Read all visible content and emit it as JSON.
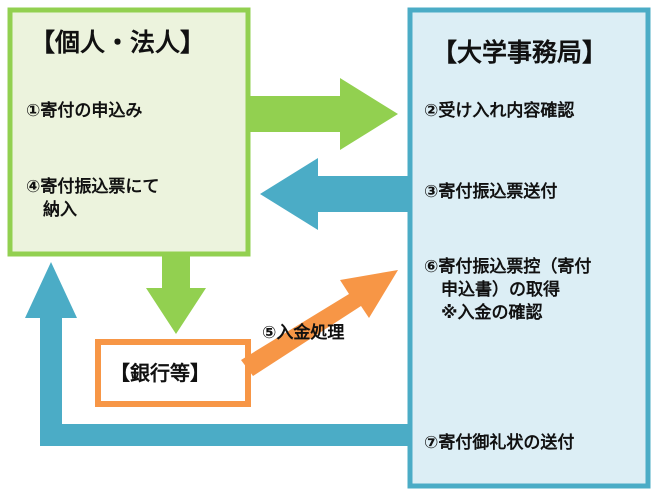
{
  "colors": {
    "green_fill": "#ECF3DD",
    "green": "#92D050",
    "blue_fill": "#DCEEF5",
    "blue": "#4BACC6",
    "orange": "#F79646",
    "bank_fill": "#FFFFFF"
  },
  "left_box": {
    "title": "【個人・法人】",
    "step1": "①寄付の申込み",
    "step4": "④寄付振込票にて\n　納入"
  },
  "right_box": {
    "title": "【大学事務局】",
    "step2": "②受け入れ内容確認",
    "step3": "③寄付振込票送付",
    "step6": "⑥寄付振込票控（寄付\n　申込書）の取得\n　※入金の確認",
    "step7": "⑦寄付御礼状の送付"
  },
  "bank_box": {
    "title": "【銀行等】"
  },
  "arrow_labels": {
    "step5": "⑤入金処理"
  }
}
